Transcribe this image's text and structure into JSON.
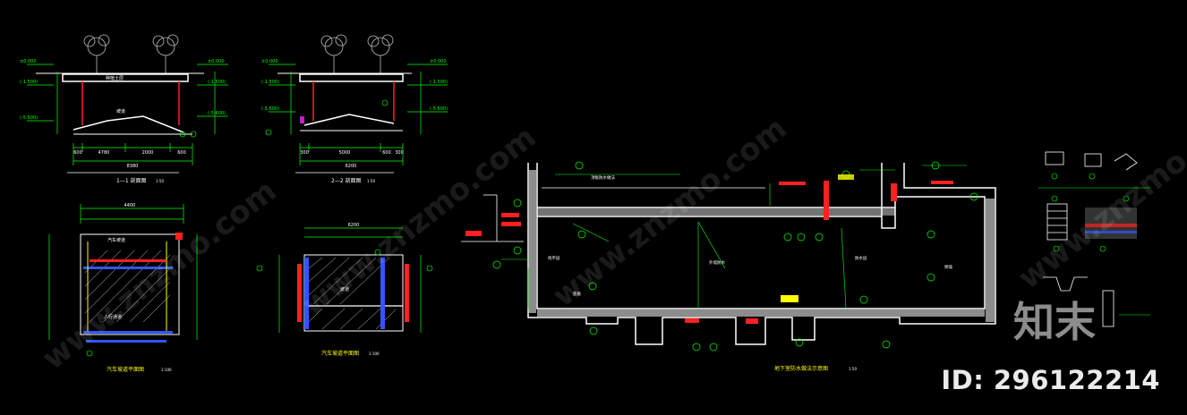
{
  "watermark": {
    "id_text": "ID: 296122214",
    "logo_text": "知末",
    "repeat_text": "www.znzmo.com"
  },
  "colors": {
    "background": "#000000",
    "structure": "#ffffff",
    "dimension": "#00ff00",
    "annotation": "#ffff00",
    "highlight_red": "#ff2020",
    "highlight_blue": "#3355ff",
    "tree": "#bfbfbf"
  },
  "drawings": {
    "section_1": {
      "title": "1—1 剖面图",
      "scale": "1:50",
      "dims": [
        "600",
        "4780",
        "2000",
        "600"
      ],
      "total": "8380"
    },
    "section_2": {
      "title": "2—2 剖面图",
      "scale": "1:50",
      "dims": [
        "300",
        "5000",
        "600",
        "300"
      ],
      "total": "6200"
    },
    "plan_1": {
      "title": "汽车坡道平面图",
      "scale": "1:100",
      "dims_top": "4400"
    },
    "plan_2": {
      "title": "汽车坡道平面图",
      "scale": "1:100",
      "dims_top": "6200"
    },
    "main_section": {
      "title": "地下室防水做法示意图",
      "scale": "1:50"
    },
    "details": {
      "icon": "detail-sheet-icon"
    }
  }
}
